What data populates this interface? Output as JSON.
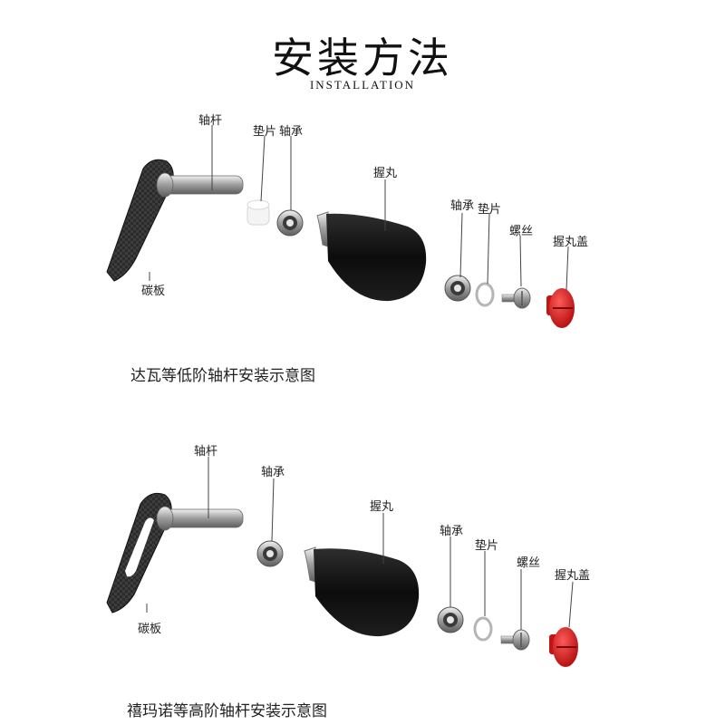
{
  "header": {
    "title": "安装方法",
    "subtitle": "INSTALLATION"
  },
  "diagrams": [
    {
      "caption": "达瓦等低阶轴杆安装示意图",
      "labels": {
        "shaft": "轴杆",
        "washer_1": "垫片",
        "bearing_1": "轴承",
        "knob": "握丸",
        "bearing_2": "轴承",
        "washer_2": "垫片",
        "screw": "螺丝",
        "knob_cap": "握丸盖",
        "carbon_plate": "碳板"
      }
    },
    {
      "caption": "禧玛诺等高阶轴杆安装示意图",
      "labels": {
        "shaft": "轴杆",
        "bearing_1": "轴承",
        "knob": "握丸",
        "bearing_2": "轴承",
        "washer_2": "垫片",
        "screw": "螺丝",
        "knob_cap": "握丸盖",
        "carbon_plate": "碳板"
      }
    }
  ],
  "colors": {
    "carbon": "#2b2b2b",
    "knob": "#111111",
    "metal": "#b9b9b9",
    "cap": "#d01818",
    "leader": "#444444"
  }
}
